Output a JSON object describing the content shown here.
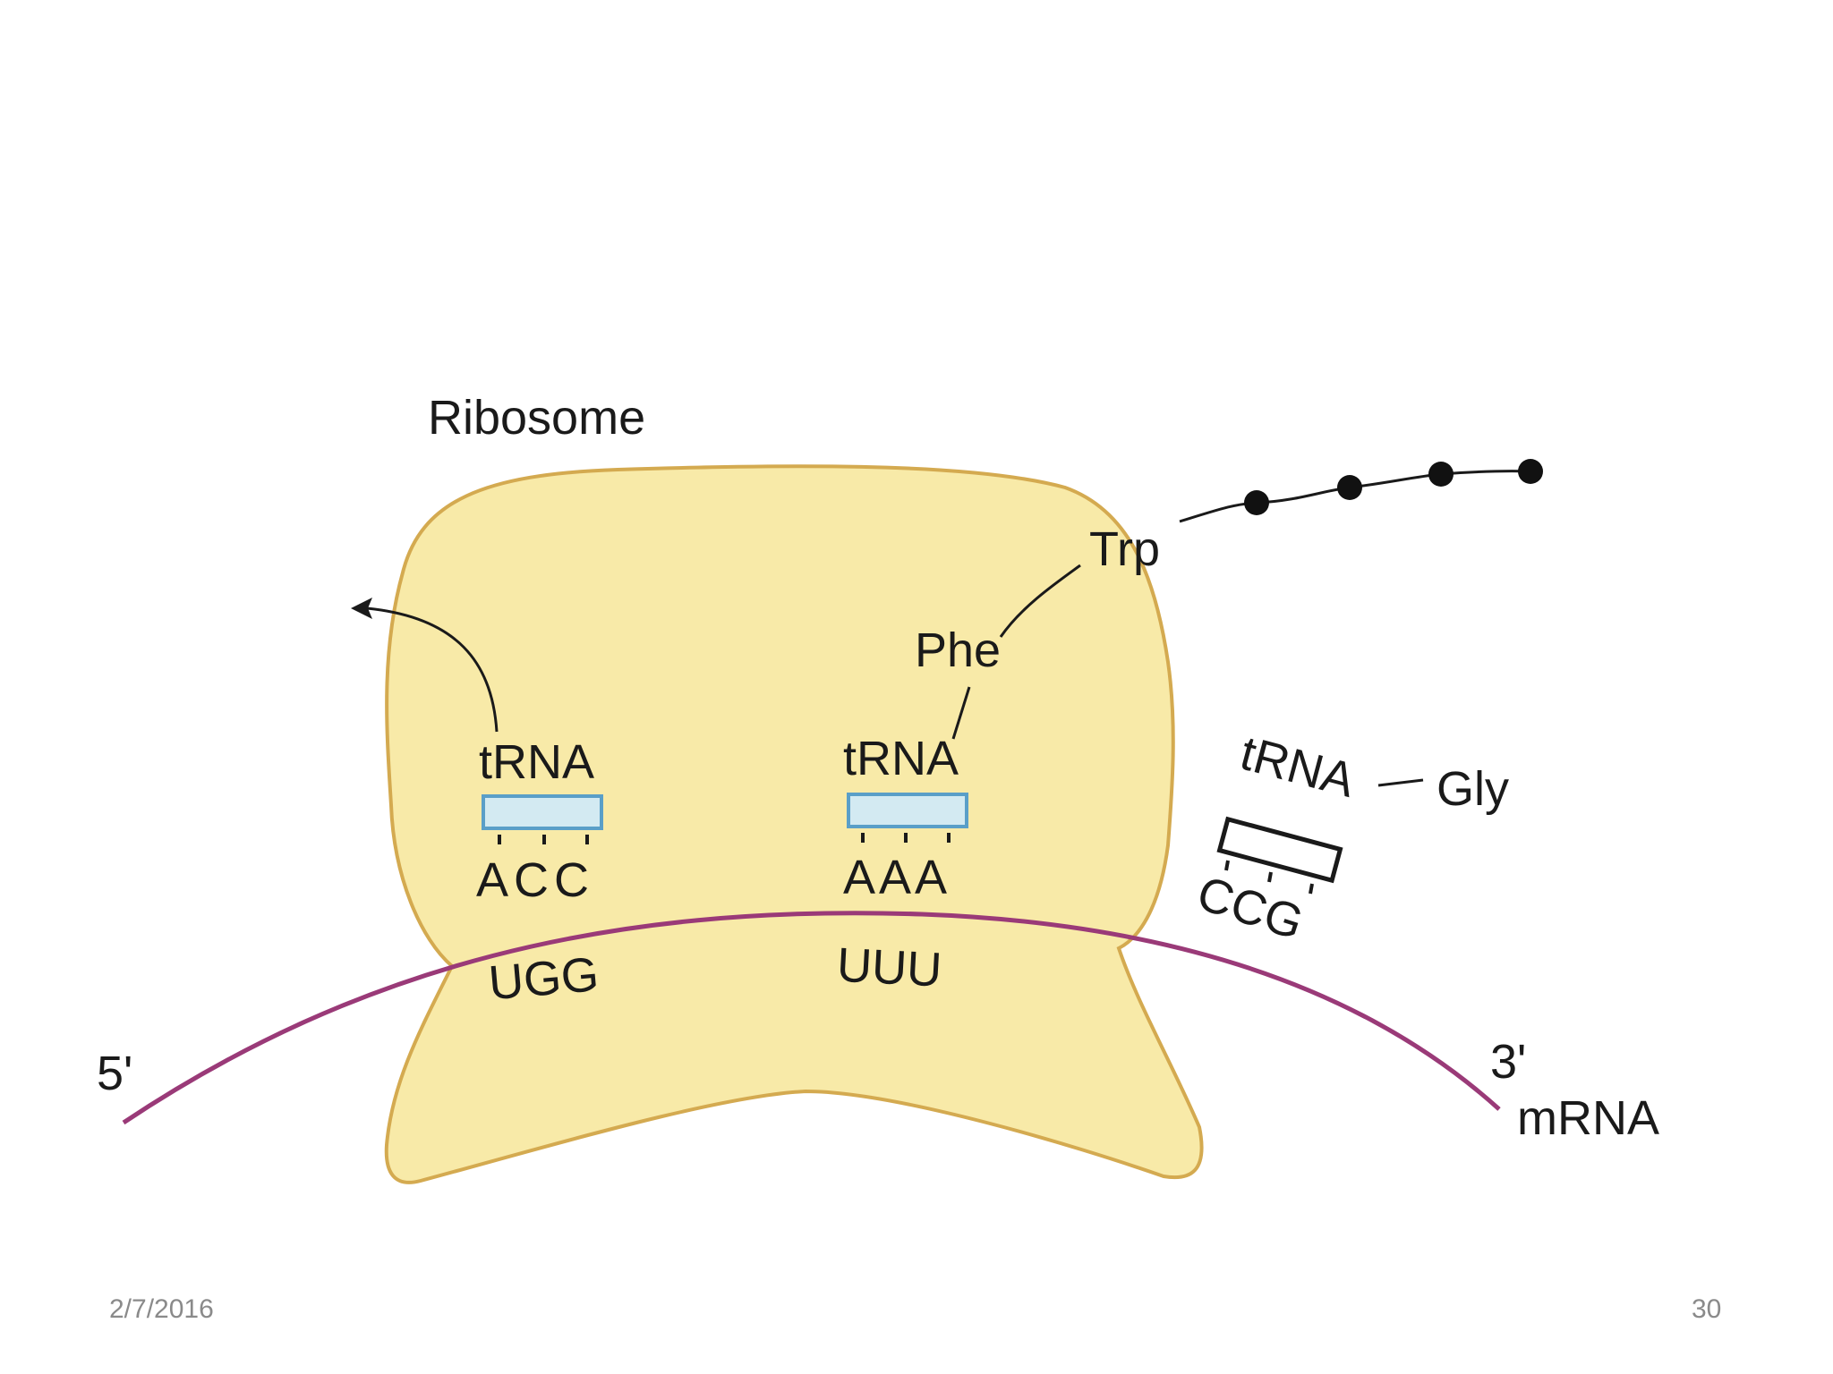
{
  "slide": {
    "date": "2/7/2016",
    "page_number": "30"
  },
  "diagram": {
    "ribosome_label": "Ribosome",
    "peptide_chain": {
      "residue_1": "Trp",
      "residue_2": "Phe"
    },
    "trna_exit": {
      "label": "tRNA",
      "anticodon": "ACC",
      "codon": "UGG"
    },
    "trna_peptidyl": {
      "label": "tRNA",
      "anticodon": "AAA",
      "codon": "UUU"
    },
    "trna_incoming": {
      "label": "tRNA",
      "amino_acid": "Gly",
      "anticodon": "CCG"
    },
    "mrna": {
      "label": "mRNA",
      "five_prime": "5'",
      "three_prime": "3'"
    }
  },
  "colors": {
    "ribosome_fill": "#f8eaa8",
    "ribosome_outline": "#d4aa50",
    "mrna_strand": "#9a3a78",
    "anticodon_box_fill": "#d3eaf2",
    "anticodon_box_stroke": "#5a9fc8",
    "ink": "#1a1a1a",
    "footer_text": "#8a8a8a"
  }
}
